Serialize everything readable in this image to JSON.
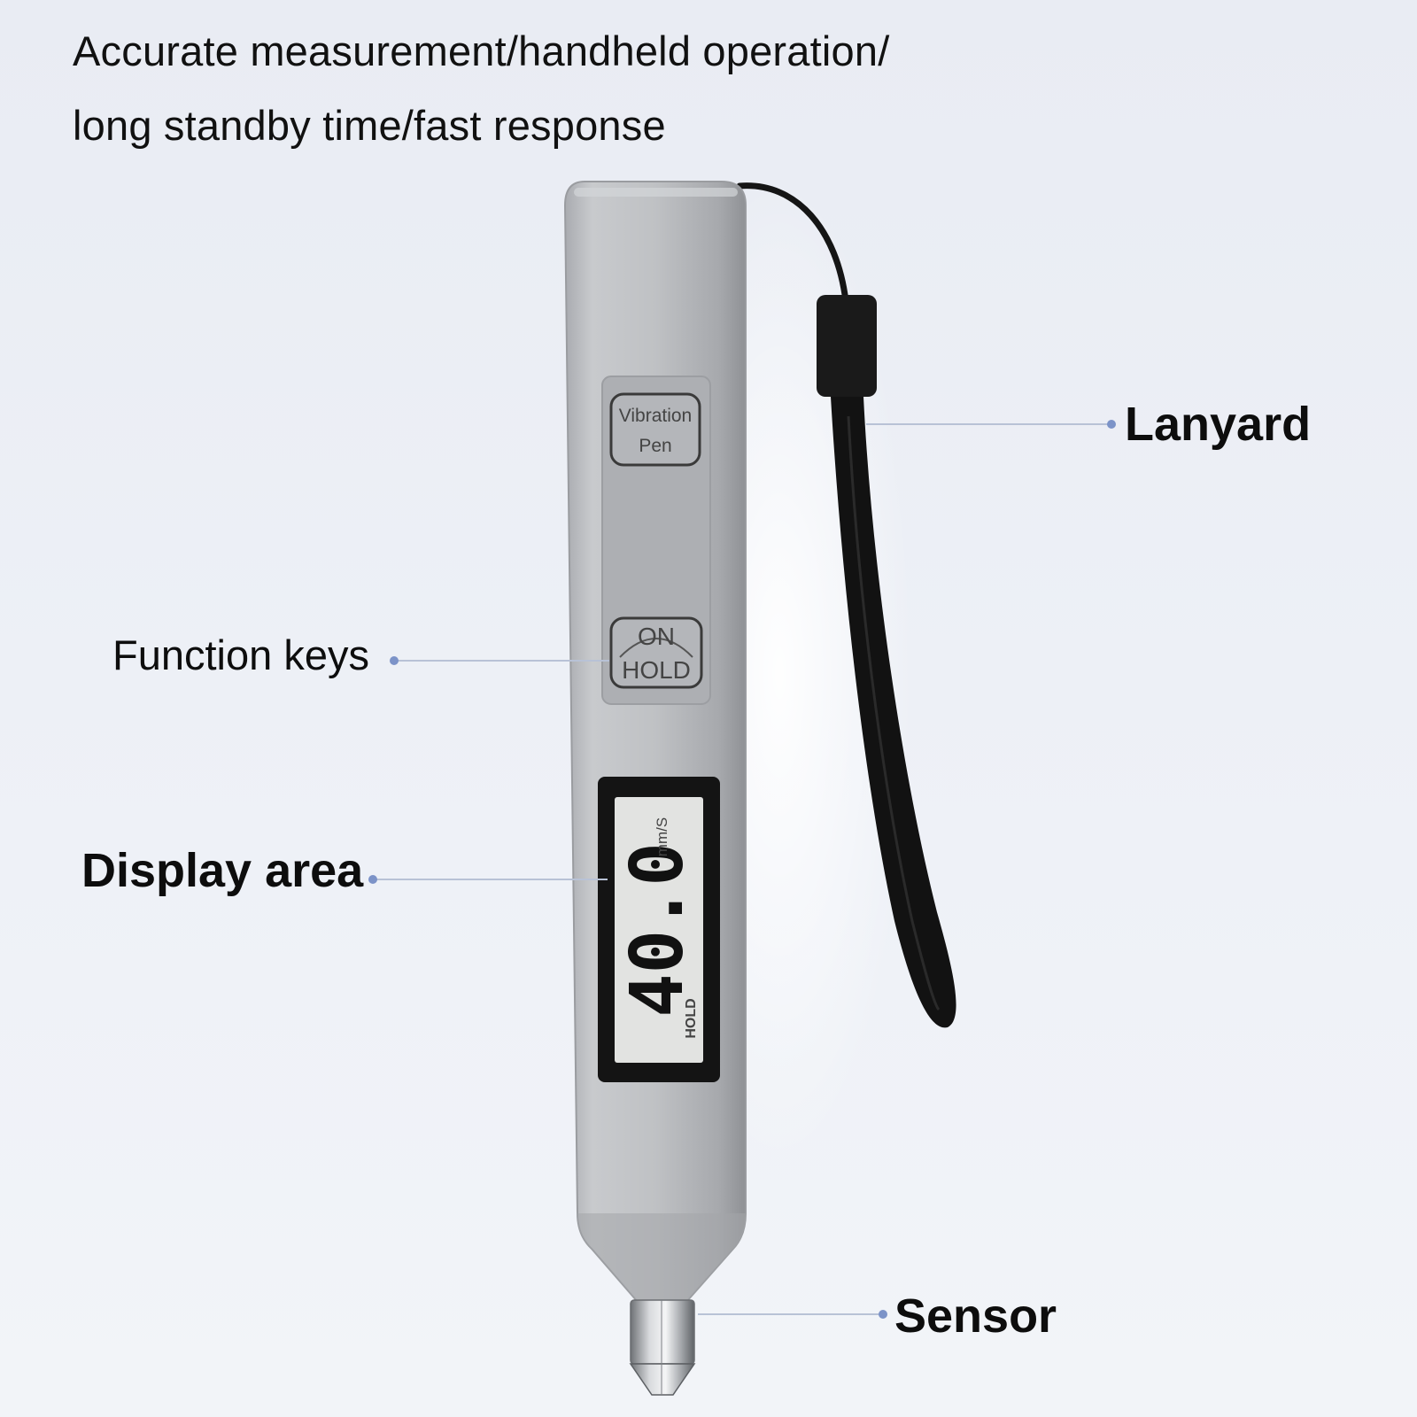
{
  "headline": {
    "line1": "Accurate measurement/handheld operation/",
    "line2": "long standby time/fast response"
  },
  "callouts": {
    "lanyard": "Lanyard",
    "function_keys": "Function keys",
    "display_area": "Display area",
    "sensor": "Sensor"
  },
  "device": {
    "brand_key": {
      "line1": "Vibration",
      "line2": "Pen"
    },
    "power_key": {
      "line1": "ON",
      "line2": "HOLD"
    },
    "lcd": {
      "reading": "40.0",
      "unit": "mm/S",
      "status": "HOLD"
    }
  },
  "colors": {
    "leader_line": "#b8c2d6",
    "leader_dot": "#7c93c8",
    "body_silver": "#b9bbbf",
    "lanyard": "#111111"
  }
}
